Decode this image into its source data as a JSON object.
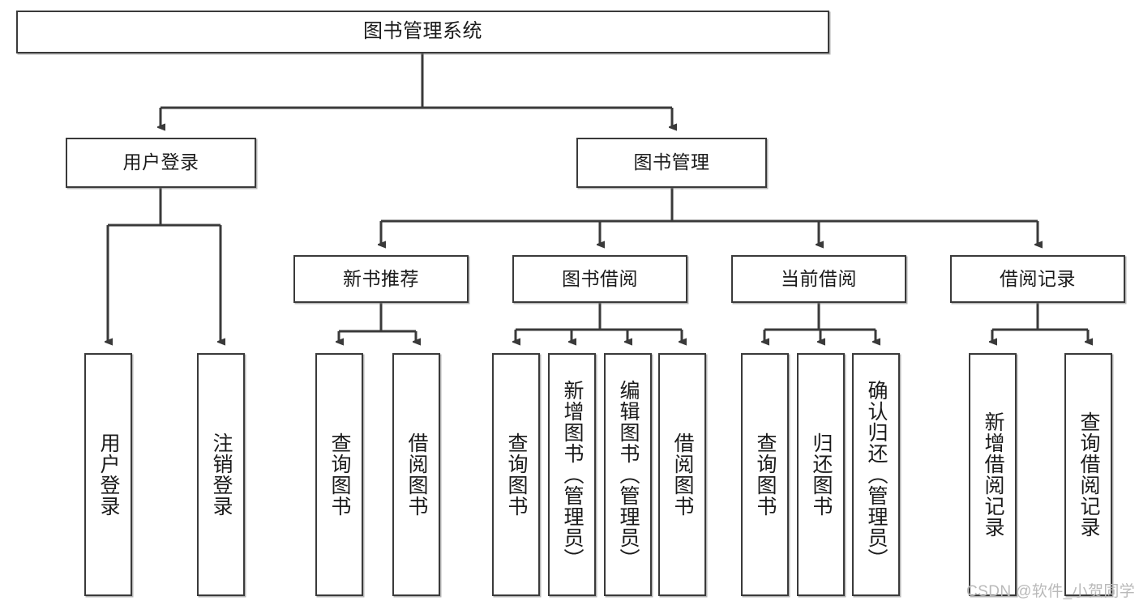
{
  "diagram": {
    "title": "图书管理系统",
    "type": "functional-decomposition-tree",
    "colors": {
      "border": "#3a3a3a",
      "background": "#ffffff",
      "text": "#1b1b1b",
      "watermark": "#b9b9b9"
    },
    "root": {
      "label": "图书管理系统"
    },
    "level2": [
      {
        "label": "用户登录"
      },
      {
        "label": "图书管理"
      }
    ],
    "level3": [
      {
        "label": "新书推荐"
      },
      {
        "label": "图书借阅"
      },
      {
        "label": "当前借阅"
      },
      {
        "label": "借阅记录"
      }
    ],
    "leaves": {
      "user_login": [
        {
          "label": "用户登录"
        },
        {
          "label": "注销登录"
        }
      ],
      "new_book": [
        {
          "label": "查询图书"
        },
        {
          "label": "借阅图书"
        }
      ],
      "book_borrow": [
        {
          "label": "查询图书"
        },
        {
          "label": "新增图书（管理员）"
        },
        {
          "label": "编辑图书（管理员）"
        },
        {
          "label": "借阅图书"
        }
      ],
      "current_borrow": [
        {
          "label": "查询图书"
        },
        {
          "label": "归还图书"
        },
        {
          "label": "确认归还（管理员）"
        }
      ],
      "borrow_record": [
        {
          "label": "新增借阅记录"
        },
        {
          "label": "查询借阅记录"
        }
      ]
    },
    "watermark": "CSDN @软件_小贺同学"
  }
}
